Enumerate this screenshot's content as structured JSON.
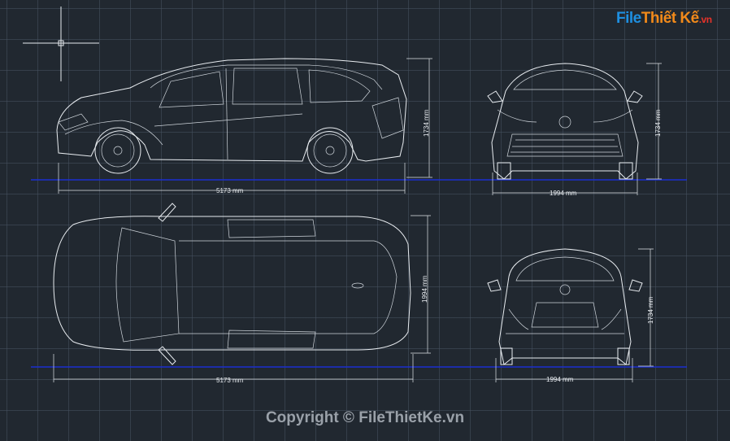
{
  "logo": {
    "part1": "File",
    "part2": "Thiết Kế",
    "part3": ".vn"
  },
  "dimensions": {
    "side_length": "5173 mm",
    "side_height": "1734 mm",
    "front_width": "1994 mm",
    "front_height": "1734 mm",
    "top_length": "5173 mm",
    "top_width": "1994 mm",
    "rear_width": "1994 mm",
    "rear_height": "1734 mm"
  },
  "copyright": "Copyright © FileThietKe.vn",
  "colors": {
    "background": "#212830",
    "lines": "#e8ecf0",
    "ground": "#1a2fd0"
  }
}
